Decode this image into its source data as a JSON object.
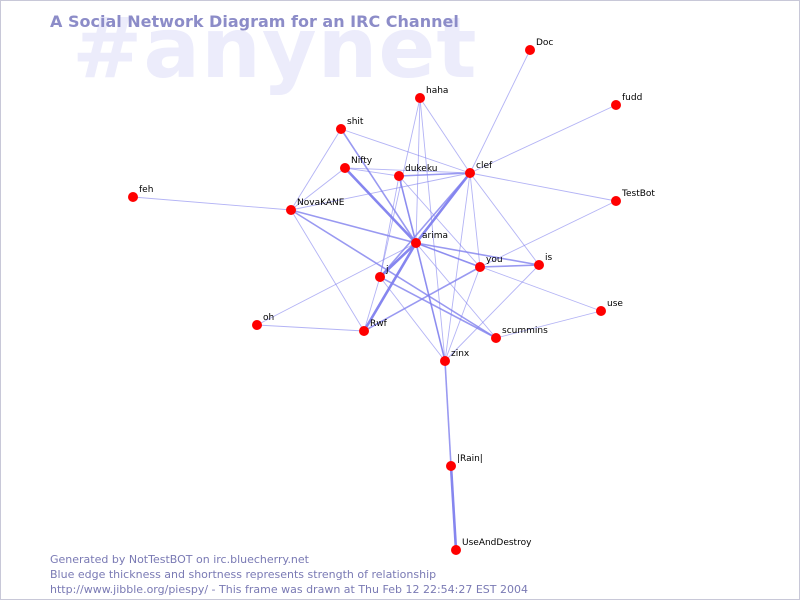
{
  "watermark": "#anynet",
  "title": "A Social Network Diagram for an IRC Channel",
  "footer": {
    "line1": "Generated by NotTestBOT on irc.bluecherry.net",
    "line2": "Blue edge thickness and shortness represents strength of relationship",
    "line3": "http://www.jibble.org/piespy/ - This frame was drawn at Thu Feb 12 22:54:27 EST 2004"
  },
  "colors": {
    "node": "#ff0000",
    "edge": "#8080ee",
    "title": "#8c8cc8",
    "watermark": "#ececfb"
  },
  "nodes": [
    {
      "id": "Doc",
      "label": "Doc"
    },
    {
      "id": "haha",
      "label": "haha"
    },
    {
      "id": "fudd",
      "label": "fudd"
    },
    {
      "id": "shit",
      "label": "shit"
    },
    {
      "id": "Nifty",
      "label": "Nifty"
    },
    {
      "id": "dukeku",
      "label": "dukeku"
    },
    {
      "id": "clef",
      "label": "clef"
    },
    {
      "id": "feh",
      "label": "feh"
    },
    {
      "id": "NovaKANE",
      "label": "NovaKANE"
    },
    {
      "id": "TestBot",
      "label": "TestBot"
    },
    {
      "id": "arima",
      "label": "arima"
    },
    {
      "id": "you",
      "label": "you"
    },
    {
      "id": "is",
      "label": "is"
    },
    {
      "id": "j",
      "label": "j"
    },
    {
      "id": "use",
      "label": "use"
    },
    {
      "id": "oh",
      "label": "oh"
    },
    {
      "id": "Rwf",
      "label": "Rwf"
    },
    {
      "id": "scummins",
      "label": "scummins"
    },
    {
      "id": "zinx",
      "label": "zinx"
    },
    {
      "id": "Rain",
      "label": "|Rain|"
    },
    {
      "id": "UseAndDestroy",
      "label": "UseAndDestroy"
    }
  ],
  "edges": [
    {
      "source": "clef",
      "target": "Doc",
      "weight": 1
    },
    {
      "source": "clef",
      "target": "fudd",
      "weight": 1
    },
    {
      "source": "clef",
      "target": "TestBot",
      "weight": 1
    },
    {
      "source": "clef",
      "target": "shit",
      "weight": 1
    },
    {
      "source": "clef",
      "target": "Nifty",
      "weight": 1
    },
    {
      "source": "clef",
      "target": "dukeku",
      "weight": 2
    },
    {
      "source": "clef",
      "target": "haha",
      "weight": 1
    },
    {
      "source": "clef",
      "target": "arima",
      "weight": 3
    },
    {
      "source": "clef",
      "target": "you",
      "weight": 1
    },
    {
      "source": "clef",
      "target": "is",
      "weight": 1
    },
    {
      "source": "clef",
      "target": "j",
      "weight": 2
    },
    {
      "source": "clef",
      "target": "zinx",
      "weight": 1
    },
    {
      "source": "clef",
      "target": "NovaKANE",
      "weight": 1
    },
    {
      "source": "shit",
      "target": "NovaKANE",
      "weight": 1
    },
    {
      "source": "shit",
      "target": "arima",
      "weight": 2
    },
    {
      "source": "Nifty",
      "target": "NovaKANE",
      "weight": 1
    },
    {
      "source": "Nifty",
      "target": "arima",
      "weight": 3
    },
    {
      "source": "Nifty",
      "target": "dukeku",
      "weight": 1
    },
    {
      "source": "dukeku",
      "target": "arima",
      "weight": 2
    },
    {
      "source": "dukeku",
      "target": "j",
      "weight": 1
    },
    {
      "source": "dukeku",
      "target": "zinx",
      "weight": 1
    },
    {
      "source": "dukeku",
      "target": "you",
      "weight": 1
    },
    {
      "source": "haha",
      "target": "arima",
      "weight": 1
    },
    {
      "source": "haha",
      "target": "zinx",
      "weight": 1
    },
    {
      "source": "haha",
      "target": "j",
      "weight": 1
    },
    {
      "source": "feh",
      "target": "NovaKANE",
      "weight": 1
    },
    {
      "source": "NovaKANE",
      "target": "arima",
      "weight": 2
    },
    {
      "source": "NovaKANE",
      "target": "scummins",
      "weight": 2
    },
    {
      "source": "NovaKANE",
      "target": "Rwf",
      "weight": 1
    },
    {
      "source": "arima",
      "target": "you",
      "weight": 2
    },
    {
      "source": "arima",
      "target": "is",
      "weight": 2
    },
    {
      "source": "arima",
      "target": "j",
      "weight": 3
    },
    {
      "source": "arima",
      "target": "Rwf",
      "weight": 3
    },
    {
      "source": "arima",
      "target": "zinx",
      "weight": 2
    },
    {
      "source": "arima",
      "target": "scummins",
      "weight": 1
    },
    {
      "source": "arima",
      "target": "use",
      "weight": 1
    },
    {
      "source": "arima",
      "target": "oh",
      "weight": 1
    },
    {
      "source": "you",
      "target": "TestBot",
      "weight": 1
    },
    {
      "source": "you",
      "target": "Rwf",
      "weight": 2
    },
    {
      "source": "you",
      "target": "zinx",
      "weight": 1
    },
    {
      "source": "you",
      "target": "is",
      "weight": 2
    },
    {
      "source": "is",
      "target": "zinx",
      "weight": 1
    },
    {
      "source": "j",
      "target": "scummins",
      "weight": 2
    },
    {
      "source": "j",
      "target": "zinx",
      "weight": 1
    },
    {
      "source": "j",
      "target": "Rwf",
      "weight": 1
    },
    {
      "source": "oh",
      "target": "Rwf",
      "weight": 1
    },
    {
      "source": "use",
      "target": "scummins",
      "weight": 1
    },
    {
      "source": "zinx",
      "target": "Rain",
      "weight": 2
    },
    {
      "source": "Rain",
      "target": "UseAndDestroy",
      "weight": 3
    }
  ]
}
